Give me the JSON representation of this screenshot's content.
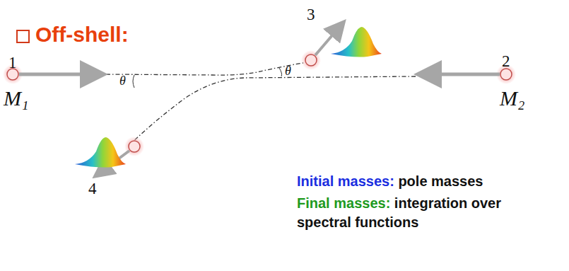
{
  "diagram": {
    "labels": [
      "Off-shell:",
      "1",
      "2",
      "3",
      "4",
      "θ",
      "θ",
      "M₁",
      "M₂",
      "Initial masses:",
      "pole masses",
      "Final masses:",
      "integration over spectral functions"
    ]
  }
}
